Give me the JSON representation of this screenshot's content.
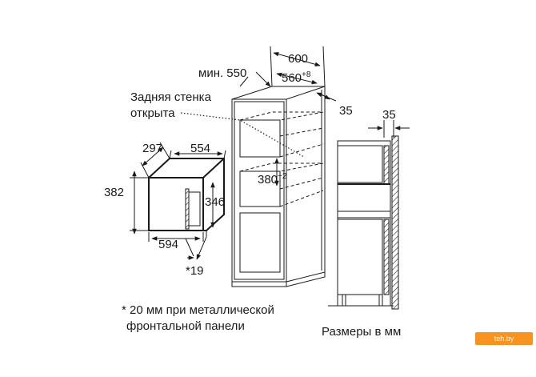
{
  "labels": {
    "rear_wall": [
      "Задняя стенка",
      "открыта"
    ],
    "footnote": [
      "* 20 мм при металлической",
      "фронтальной панели"
    ],
    "units": "Размеры в мм",
    "watermark": "teh.by"
  },
  "dimensions": {
    "cabinet_width": "600",
    "min_depth_prefix": "мин. 550",
    "niche_depth": "560",
    "niche_depth_tol": "+8",
    "rear_gap": "35",
    "side_gap": "35",
    "niche_height": "380",
    "niche_height_tol": "+2",
    "oven_depth": "297",
    "oven_width_top": "554",
    "oven_height": "382",
    "oven_front_height": "346",
    "oven_width_bottom": "594",
    "frame_offset": "*19"
  }
}
